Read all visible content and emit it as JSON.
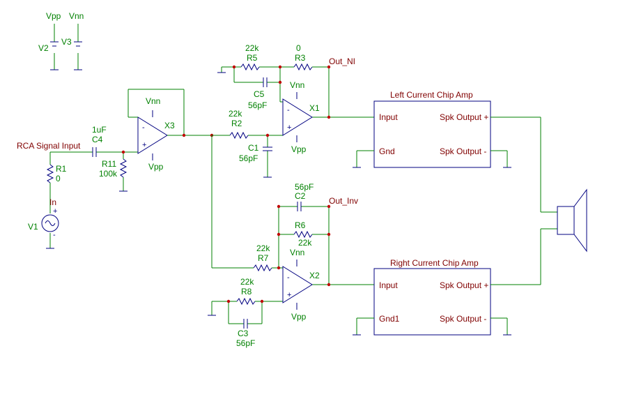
{
  "supplies": {
    "v2_rail": "Vpp",
    "v3_rail": "Vnn",
    "v2_name": "V2",
    "v3_name": "V3"
  },
  "input": {
    "label": "RCA Signal Input",
    "net_in": "In",
    "r1_name": "R1",
    "r1_value": "0",
    "v1_name": "V1",
    "c4_value": "1uF",
    "c4_name": "C4",
    "r11_name": "R11",
    "r11_value": "100k"
  },
  "buffer": {
    "name": "X3",
    "top_rail": "Vnn",
    "bottom_rail": "Vpp",
    "minus": "-",
    "plus": "+"
  },
  "noninverting": {
    "r5_value": "22k",
    "r5_name": "R5",
    "r3_value": "0",
    "r3_name": "R3",
    "out_label": "Out_NI",
    "c5_name": "C5",
    "c5_value": "56pF",
    "opamp_name": "X1",
    "top_rail": "Vnn",
    "bottom_rail": "Vpp",
    "r2_value": "22k",
    "r2_name": "R2",
    "c1_name": "C1",
    "c1_value": "56pF",
    "minus": "-",
    "plus": "+"
  },
  "inverting": {
    "c2_value": "56pF",
    "c2_name": "C2",
    "out_label": "Out_Inv",
    "r6_name": "R6",
    "r6_value": "22k",
    "r7_value": "22k",
    "r7_name": "R7",
    "opamp_name": "X2",
    "top_rail": "Vnn",
    "bottom_rail": "Vpp",
    "r8_value": "22k",
    "r8_name": "R8",
    "c3_name": "C3",
    "c3_value": "56pF",
    "minus": "-",
    "plus": "+"
  },
  "left_amp": {
    "title": "Left Current Chip Amp",
    "input": "Input",
    "gnd": "Gnd",
    "spk_plus": "Spk Output +",
    "spk_minus": "Spk Output -"
  },
  "right_amp": {
    "title": "Right Current Chip Amp",
    "input": "Input",
    "gnd": "Gnd1",
    "spk_plus": "Spk Output +",
    "spk_minus": "Spk Output -"
  },
  "colors": {
    "wire": "#008000",
    "symbol": "#000080",
    "net_label": "#800000",
    "junction": "#c00000"
  }
}
